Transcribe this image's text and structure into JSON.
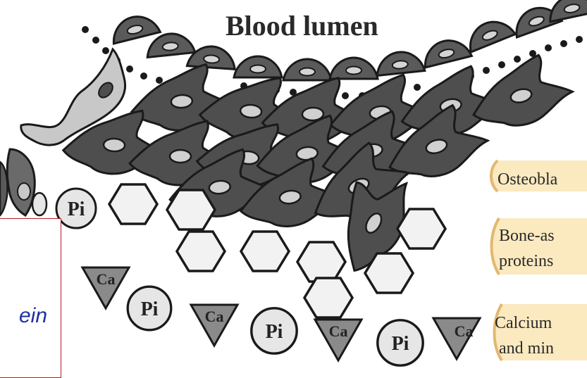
{
  "title": "Blood lumen",
  "labels": {
    "osteoblasts": "Osteobla",
    "bone_proteins_line1": "Bone-as",
    "bone_proteins_line2": "proteins",
    "calcium_line1": "Calcium",
    "calcium_line2": "and min"
  },
  "ions": {
    "phosphate": "Pi",
    "calcium": "Ca"
  },
  "overlay": {
    "text": "ein",
    "border_color": "#b01a2a",
    "text_color": "#1e2fa0"
  },
  "colors": {
    "cell_dark": "#4e4e4e",
    "cell_light": "#c8c8c8",
    "ion_fill": "#e6e6e6",
    "callout_fill": "#fbe9c0",
    "callout_edge": "#e2b870"
  }
}
